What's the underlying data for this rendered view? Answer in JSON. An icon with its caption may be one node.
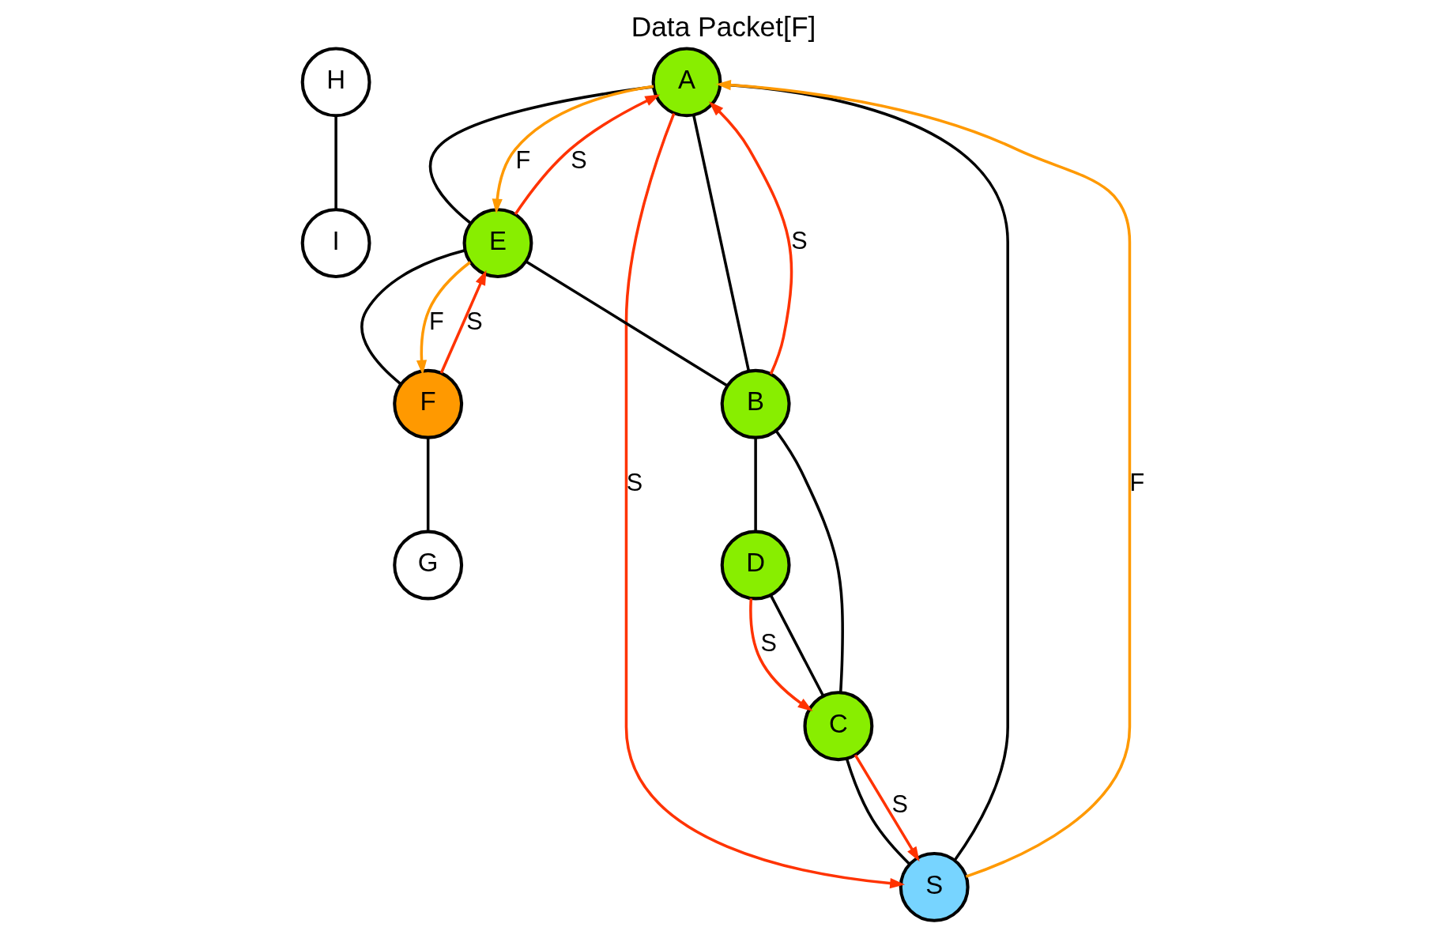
{
  "diagram": {
    "title": "Data Packet[F]",
    "nodes": [
      {
        "text": [
          "H"
        ]
      },
      {
        "text": [
          "A"
        ]
      },
      {
        "text": [
          "E"
        ]
      },
      {
        "text": [
          "F"
        ]
      },
      {
        "text": [
          "I"
        ]
      },
      {
        "text": [
          "S"
        ]
      },
      {
        "text": [
          "G"
        ]
      },
      {
        "text": [
          "B"
        ]
      },
      {
        "text": [
          "C"
        ]
      },
      {
        "text": [
          "D"
        ]
      }
    ],
    "edges": [
      {
        "from": 0,
        "to": 4,
        "arrow": "none"
      },
      {
        "from": 1,
        "to": 2,
        "arrow": "none"
      },
      {
        "from": 2,
        "to": 3,
        "arrow": "none"
      },
      {
        "from": 3,
        "to": 6,
        "arrow": "none"
      },
      {
        "from": 5,
        "to": 1,
        "arrow": "none"
      },
      {
        "from": 1,
        "to": 7,
        "arrow": "none"
      },
      {
        "from": 2,
        "to": 7,
        "arrow": "none"
      },
      {
        "from": 5,
        "to": 8,
        "arrow": "none"
      },
      {
        "from": 8,
        "to": 7,
        "arrow": "none"
      },
      {
        "from": 7,
        "to": 9,
        "arrow": "none"
      },
      {
        "from": 8,
        "to": 9,
        "arrow": "none"
      },
      {
        "from": 3,
        "to": 2,
        "arrow": "to",
        "label": "S",
        "color": "#ff3300"
      },
      {
        "from": 2,
        "to": 1,
        "arrow": "to",
        "label": "S",
        "color": "#ff3300"
      },
      {
        "from": 1,
        "to": 5,
        "arrow": "to",
        "label": "S",
        "color": "#ff3300"
      },
      {
        "from": 7,
        "to": 1,
        "arrow": "to",
        "label": "S",
        "color": "#ff3300"
      },
      {
        "from": 8,
        "to": 5,
        "arrow": "to",
        "label": "S",
        "color": "#ff3300"
      },
      {
        "from": 9,
        "to": 8,
        "arrow": "to",
        "label": "S",
        "color": "#ff3300"
      },
      {
        "from": 5,
        "to": 1,
        "arrow": "to",
        "label": "F",
        "color": "#ff9900"
      },
      {
        "from": 1,
        "to": 2,
        "arrow": "to",
        "label": "F",
        "color": "#ff9900"
      },
      {
        "from": 2,
        "to": 3,
        "arrow": "to",
        "label": "F",
        "color": "#ff9900"
      }
    ]
  }
}
